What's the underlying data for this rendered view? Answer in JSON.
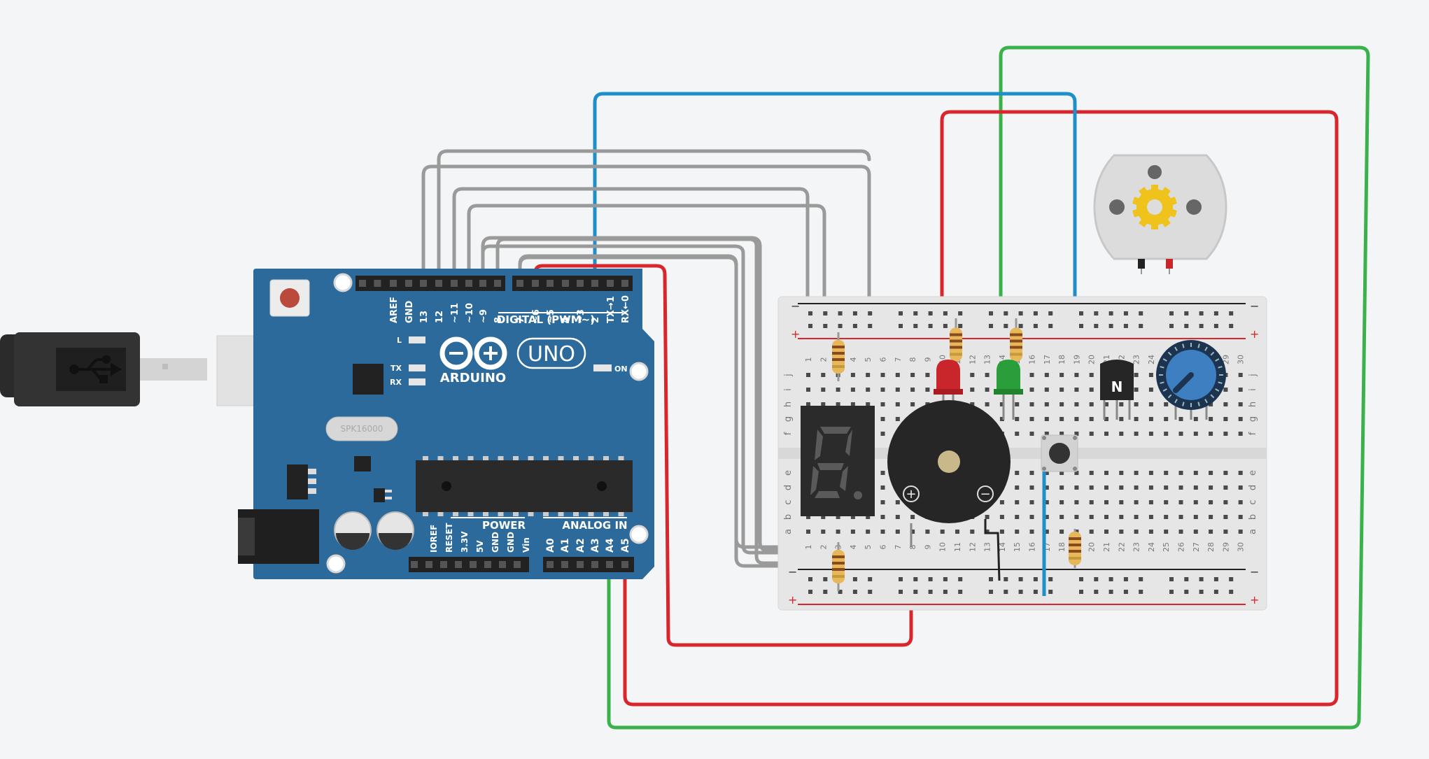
{
  "arduino": {
    "top_pins": [
      "AREF",
      "GND",
      "13",
      "12",
      "~11",
      "~10",
      "~9",
      "8",
      "7",
      "~6",
      "~5",
      "4",
      "~3",
      "2",
      "TX→1",
      "RX←0"
    ],
    "digital_label": "DIGITAL (PWM~)",
    "brand": "ARDUINO",
    "model": "UNO",
    "led_labels": {
      "l": "L",
      "tx": "TX",
      "rx": "RX",
      "on": "ON"
    },
    "crystal": "SPK16000",
    "power_label": "POWER",
    "analog_label": "ANALOG IN",
    "power_pins": [
      "IOREF",
      "RESET",
      "3.3V",
      "5V",
      "GND",
      "GND",
      "Vin"
    ],
    "analog_pins": [
      "A0",
      "A1",
      "A2",
      "A3",
      "A4",
      "A5"
    ]
  },
  "breadboard": {
    "rail_plus": "+",
    "rail_minus": "−",
    "row_letters_top": [
      "j",
      "i",
      "h",
      "g",
      "f"
    ],
    "row_letters_bottom": [
      "e",
      "d",
      "c",
      "b",
      "a"
    ],
    "column_numbers": [
      "1",
      "2",
      "3",
      "4",
      "5",
      "6",
      "7",
      "8",
      "9",
      "10",
      "11",
      "12",
      "13",
      "14",
      "15",
      "16",
      "17",
      "18",
      "19",
      "20",
      "21",
      "22",
      "23",
      "24",
      "25",
      "26",
      "27",
      "28",
      "29",
      "30"
    ]
  },
  "components": {
    "transistor_label": "N",
    "buzzer_plus": "+",
    "buzzer_minus": "−",
    "led_red_color": "#c8262b",
    "led_green_color": "#2a9e3a"
  },
  "colors": {
    "board": "#2b6a9a",
    "wire_gray": "#9a9a9a",
    "wire_blue": "#1e8fc9",
    "wire_red": "#d9262c",
    "wire_green": "#3ab14b",
    "breadboard": "#e6e6e6"
  }
}
